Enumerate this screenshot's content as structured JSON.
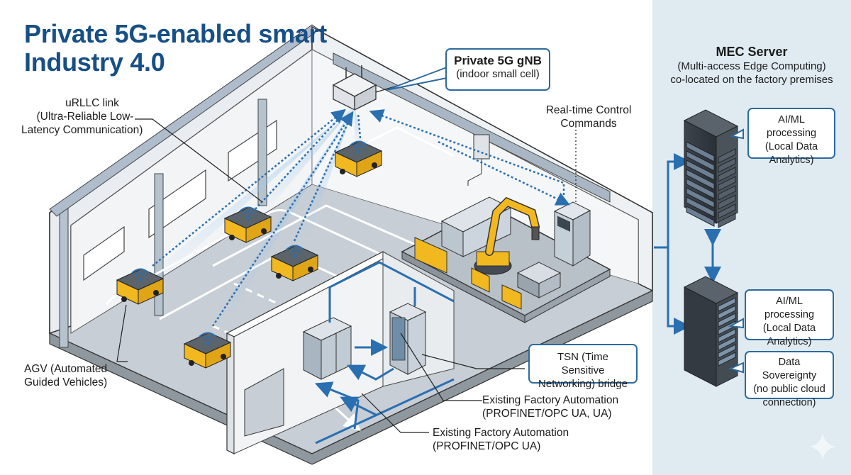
{
  "title": {
    "line1": "Private 5G-enabled smart",
    "line2": "Industry 4.0"
  },
  "labels": {
    "urllc": {
      "line1": "uRLLC link",
      "line2": "(Ultra-Reliable Low-",
      "line3": "Latency Communication)"
    },
    "gnb": {
      "line1": "Private 5G gNB",
      "line2": "(indoor small cell)"
    },
    "control": {
      "line1": "Real-time Control",
      "line2": "Commands"
    },
    "agv": {
      "line1": "AGV (Automated",
      "line2": "Guided Vehicles)"
    },
    "tsn": {
      "line1": "TSN (Time Sensitive",
      "line2": "Networking) bridge"
    },
    "automation1": {
      "line1": "Existing Factory Automation",
      "line2": "(PROFINET/OPC UA, UA)"
    },
    "automation2": {
      "line1": "Existing Factory Automation",
      "line2": "(PROFINET/OPC UA)"
    }
  },
  "mec": {
    "title": "MEC Server",
    "subtitle": "(Multi-access Edge Computing)",
    "note": "co-located on the factory premises",
    "callout_top": {
      "line1": "AI/ML processing",
      "line2": "(Local Data",
      "line3": "Analytics)"
    },
    "callout_mid": {
      "line1": "AI/ML processing",
      "line2": "(Local Data",
      "line3": "Analytics)"
    },
    "callout_bottom": {
      "line1": "Data Sovereignty",
      "line2": "(no public cloud",
      "line3": "connection)"
    }
  },
  "colors": {
    "title": "#174f86",
    "link_blue": "#2a6fb0",
    "agv_yellow": "#f2b81f",
    "panel_bg": "#dfeaf1",
    "floor": "#c4ccd3",
    "wall": "#eef1f4"
  }
}
